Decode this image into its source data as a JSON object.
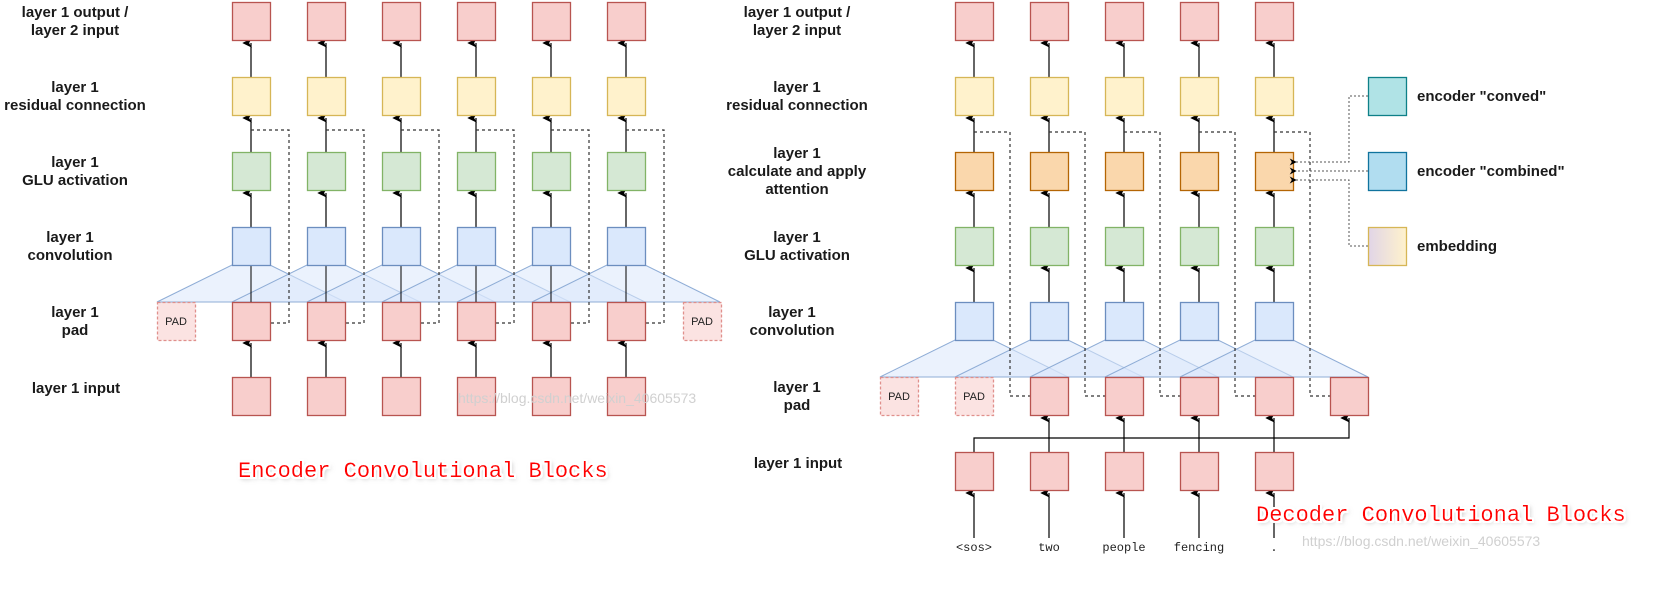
{
  "encoder": {
    "title": "Encoder Convolutional Blocks",
    "row_labels": [
      [
        "layer 1 output /",
        "layer 2 input"
      ],
      [
        "layer 1",
        "residual connection"
      ],
      [
        "layer 1",
        "GLU activation"
      ],
      [
        "layer 1",
        "convolution"
      ],
      [
        "layer 1",
        "pad"
      ],
      [
        "layer 1 input"
      ]
    ],
    "num_columns": 6,
    "pad_label": "PAD",
    "pads": 2
  },
  "decoder": {
    "title": "Decoder Convolutional Blocks",
    "row_labels": [
      [
        "layer 1 output /",
        "layer 2 input"
      ],
      [
        "layer 1",
        "residual connection"
      ],
      [
        "layer 1",
        "calculate and apply",
        "attention"
      ],
      [
        "layer 1",
        "GLU activation"
      ],
      [
        "layer 1",
        "convolution"
      ],
      [
        "layer 1",
        "pad"
      ],
      [
        "layer 1 input"
      ]
    ],
    "num_columns": 5,
    "pad_label": "PAD",
    "pads": 2,
    "tokens": [
      "<sos>",
      "two",
      "people",
      "fencing",
      "."
    ]
  },
  "legend": [
    {
      "label": "encoder \"conved\"",
      "fill": "#b0e3e6",
      "stroke": "#0e8088"
    },
    {
      "label": "encoder \"combined\"",
      "fill": "#b1ddf0",
      "stroke": "#10739e"
    },
    {
      "label": "embedding",
      "fill": "gradient",
      "stroke": "#d6b656"
    }
  ],
  "colors": {
    "red_fill": "#f8cecc",
    "red_stroke": "#b85450",
    "yellow_fill": "#fff2cc",
    "yellow_stroke": "#d6b656",
    "green_fill": "#d5e8d4",
    "green_stroke": "#82b366",
    "blue_fill": "#dae8fc",
    "blue_stroke": "#6c8ebf",
    "orange_fill": "#fad7ac",
    "orange_stroke": "#b46504",
    "pad_fill": "#fbe3e2",
    "pad_stroke": "#e0908c",
    "kernel_fill": "#dae8fc"
  },
  "watermark": "https://blog.csdn.net/weixin_40605573"
}
